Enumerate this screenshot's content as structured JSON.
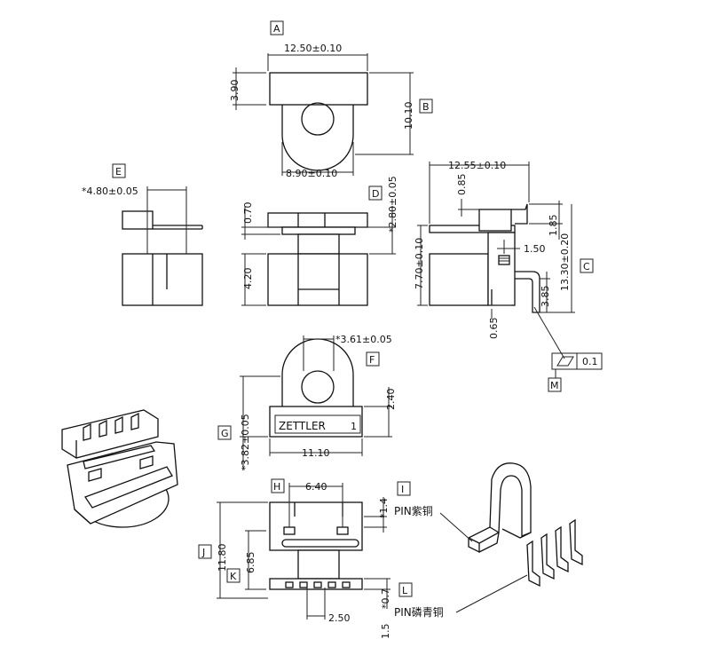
{
  "views": {
    "A": {
      "label": "A",
      "width": "12.50±0.10",
      "height": "3.90",
      "hole_span": "8.90±0.10"
    },
    "B": {
      "label": "B",
      "height": "10.10"
    },
    "C": {
      "label": "C",
      "top_width": "12.55±0.10",
      "lead_thk": "0.85",
      "d1": "1.85",
      "height_total": "13.30±0.20",
      "height_body": "7.70±0.10",
      "pitch_small": "1.50",
      "d2": "3.85",
      "d3": "0.65"
    },
    "D": {
      "label": "D",
      "t1": "0.70",
      "t2": "*2.80±0.05",
      "body": "4.20"
    },
    "E": {
      "label": "E",
      "w": "*4.80±0.05"
    },
    "F": {
      "label": "F",
      "hole": "*3.61±0.05"
    },
    "G": {
      "label": "G",
      "width": "11.10",
      "height": "*3.82±0.05",
      "side": "2.40",
      "brand": "ZETTLER",
      "pin_no": "1"
    },
    "H": {
      "label": "H",
      "w": "6.40"
    },
    "I": {
      "label": "I",
      "w": "*1.4"
    },
    "J": {
      "label": "J",
      "h": "11.80"
    },
    "K": {
      "label": "K",
      "h": "6.85"
    },
    "L": {
      "label": "L",
      "h1": "*0.7",
      "h2": "1.5",
      "pitch": "2.50"
    },
    "M": {
      "label": "M",
      "tol": "0.1"
    }
  },
  "callouts": {
    "pin_copper": "PIN紫铜",
    "pin_bronze": "PIN磷青铜"
  }
}
